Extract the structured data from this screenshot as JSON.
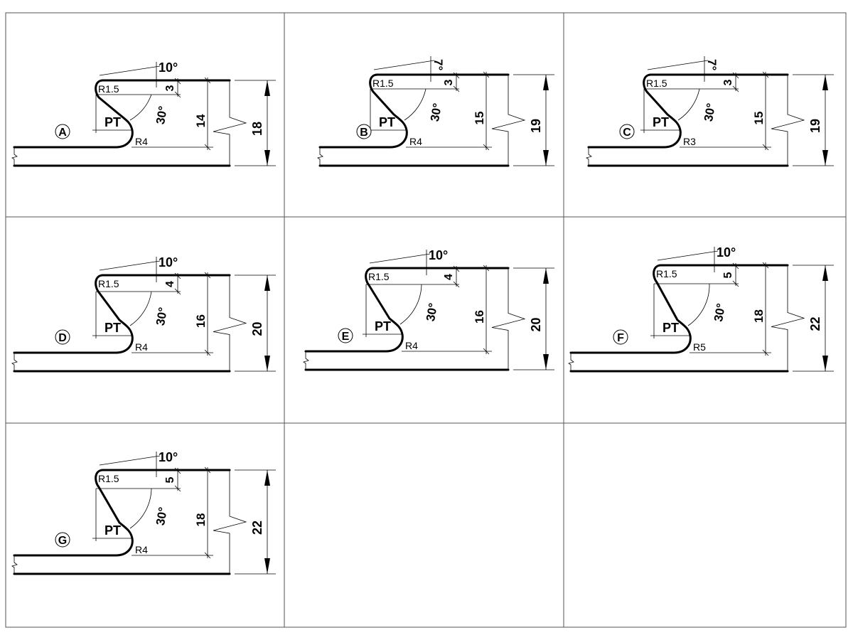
{
  "panels": [
    {
      "letter": "A",
      "top_angle": "10°",
      "top_angle_orientation": "horizontal",
      "corner_radius": "R1.5",
      "top_depth": "3",
      "inner_height": "14",
      "total_height": "18",
      "bottom_radius": "R4",
      "slope_angle": "30°",
      "zone_label": "PT"
    },
    {
      "letter": "B",
      "top_angle": "7°",
      "top_angle_orientation": "vertical",
      "corner_radius": "R1.5",
      "top_depth": "3",
      "inner_height": "15",
      "total_height": "19",
      "bottom_radius": "R4",
      "slope_angle": "30°",
      "zone_label": "PT"
    },
    {
      "letter": "C",
      "top_angle": "7°",
      "top_angle_orientation": "vertical",
      "corner_radius": "R1.5",
      "top_depth": "3",
      "inner_height": "15",
      "total_height": "19",
      "bottom_radius": "R3",
      "slope_angle": "30°",
      "zone_label": "PT"
    },
    {
      "letter": "D",
      "top_angle": "10°",
      "top_angle_orientation": "horizontal",
      "corner_radius": "R1.5",
      "top_depth": "4",
      "inner_height": "16",
      "total_height": "20",
      "bottom_radius": "R4",
      "slope_angle": "30°",
      "zone_label": "PT"
    },
    {
      "letter": "E",
      "top_angle": "10°",
      "top_angle_orientation": "horizontal",
      "corner_radius": "R1.5",
      "top_depth": "4",
      "inner_height": "16",
      "total_height": "20",
      "bottom_radius": "R4",
      "slope_angle": "30°",
      "zone_label": "PT"
    },
    {
      "letter": "F",
      "top_angle": "10°",
      "top_angle_orientation": "horizontal",
      "corner_radius": "R1.5",
      "top_depth": "5",
      "inner_height": "18",
      "total_height": "22",
      "bottom_radius": "R5",
      "slope_angle": "30°",
      "zone_label": "PT"
    },
    {
      "letter": "G",
      "top_angle": "10°",
      "top_angle_orientation": "horizontal",
      "corner_radius": "R1.5",
      "top_depth": "5",
      "inner_height": "18",
      "total_height": "22",
      "bottom_radius": "R4",
      "slope_angle": "30°",
      "zone_label": "PT"
    }
  ]
}
